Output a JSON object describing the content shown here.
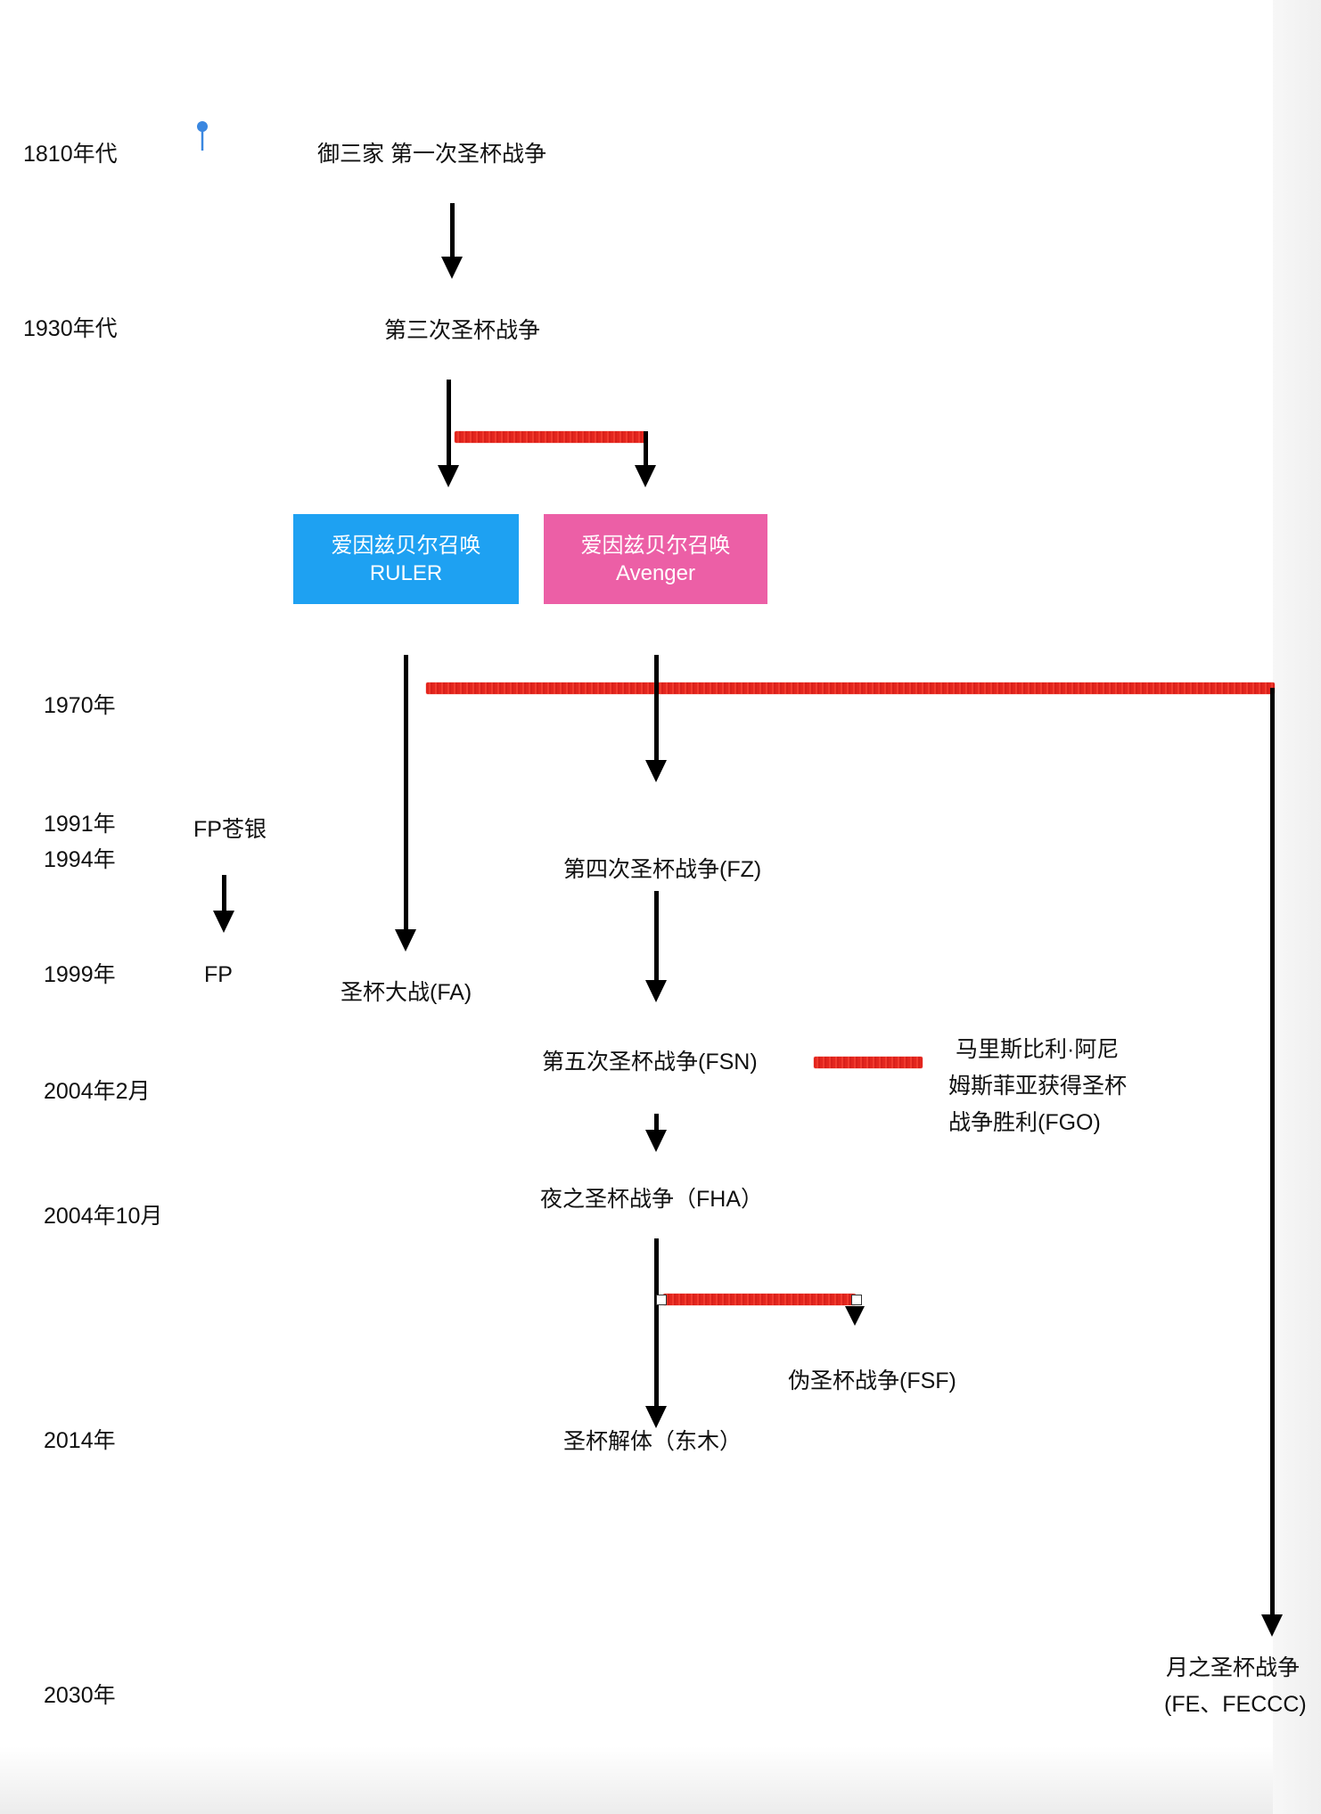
{
  "timeline": {
    "years": [
      "1810年代",
      "1930年代",
      "1970年",
      "1991年",
      "1994年",
      "1999年",
      "2004年2月",
      "2004年10月",
      "2014年",
      "2030年"
    ]
  },
  "events": {
    "first_war": "御三家  第一次圣杯战争",
    "third_war": "第三次圣杯战争",
    "fp_soukin": "FP苍银",
    "fp": "FP",
    "fourth_war": "第四次圣杯战争(FZ)",
    "great_war": "圣杯大战(FA)",
    "fifth_war": "第五次圣杯战争(FSN)",
    "fgo_line1": "马里斯比利·阿尼",
    "fgo_line2": "姆斯菲亚获得圣杯",
    "fgo_line3": "战争胜利(FGO)",
    "fha": "夜之圣杯战争（FHA）",
    "fsf": "伪圣杯战争(FSF)",
    "dismantle": "圣杯解体（东木）",
    "moon_line1": "月之圣杯战争",
    "moon_line2": "(FE、FECCC)"
  },
  "boxes": {
    "ruler": {
      "line1": "爱因兹贝尔召唤",
      "line2": "RULER",
      "color": "#1ea1f2"
    },
    "avenger": {
      "line1": "爱因兹贝尔召唤",
      "line2": "Avenger",
      "color": "#ec5fa6"
    }
  },
  "colors": {
    "branch_line": "#e3261e",
    "pin": "#3a87e0"
  }
}
